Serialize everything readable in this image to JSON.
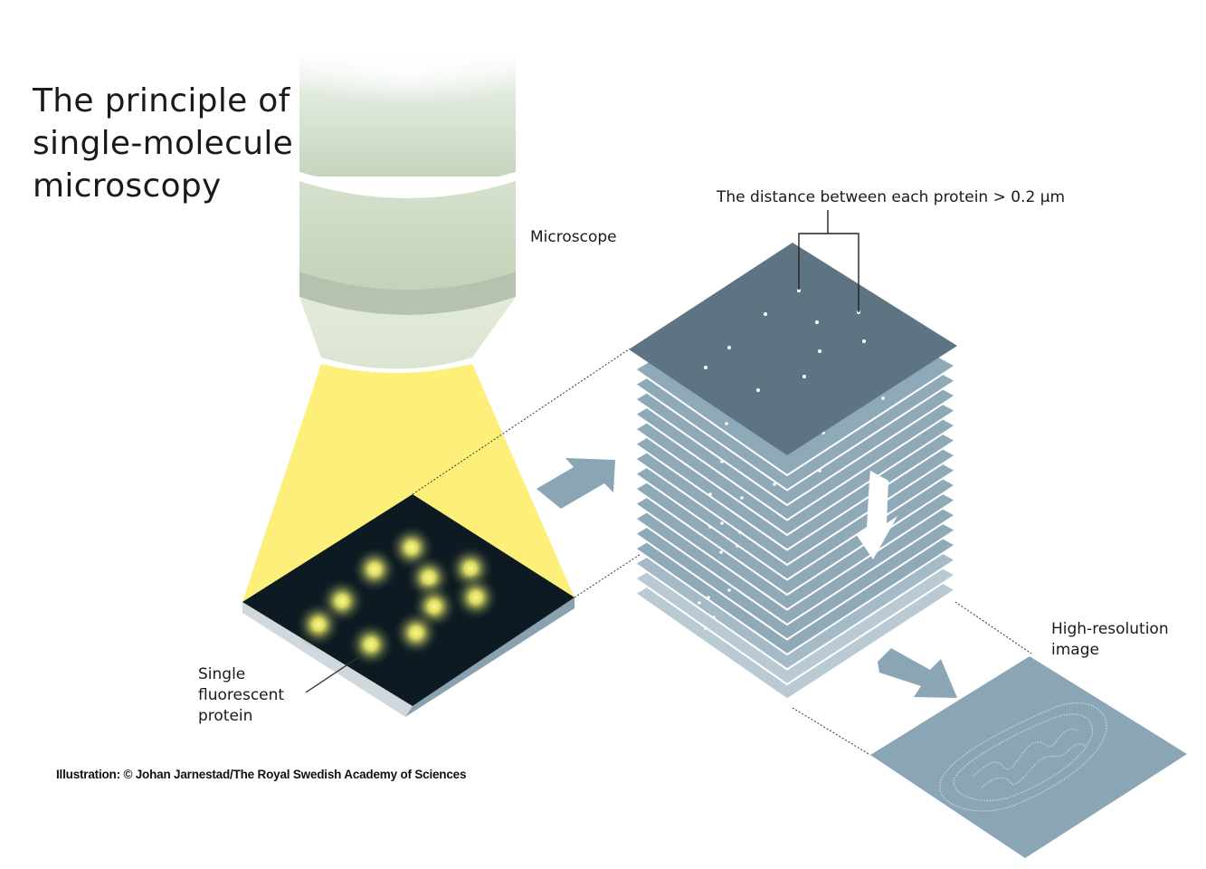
{
  "title": {
    "line1": "The principle of",
    "line2": "single-molecule",
    "line3": "microscopy"
  },
  "labels": {
    "microscope": "Microscope",
    "distance": "The distance between each protein > 0.2 µm",
    "high_resolution_line1": "High-resolution",
    "high_resolution_line2": "image",
    "protein_line1": "Single",
    "protein_line2": "fluorescent",
    "protein_line3": "protein"
  },
  "credit": "Illustration: © Johan Jarnestad/The Royal Swedish Academy of Sciences",
  "colors": {
    "light_beam": "#fdf07a",
    "sample_dark": "#0d1a22",
    "glow": "#f4f27a",
    "layer": "#8ea9b7",
    "top_layer": "#5f7483",
    "arrow": "#8aa6b5",
    "objective": "#cfdcc4"
  },
  "icons": [
    "right-arrow-icon",
    "down-arrow-icon",
    "diagonal-arrow-icon"
  ]
}
